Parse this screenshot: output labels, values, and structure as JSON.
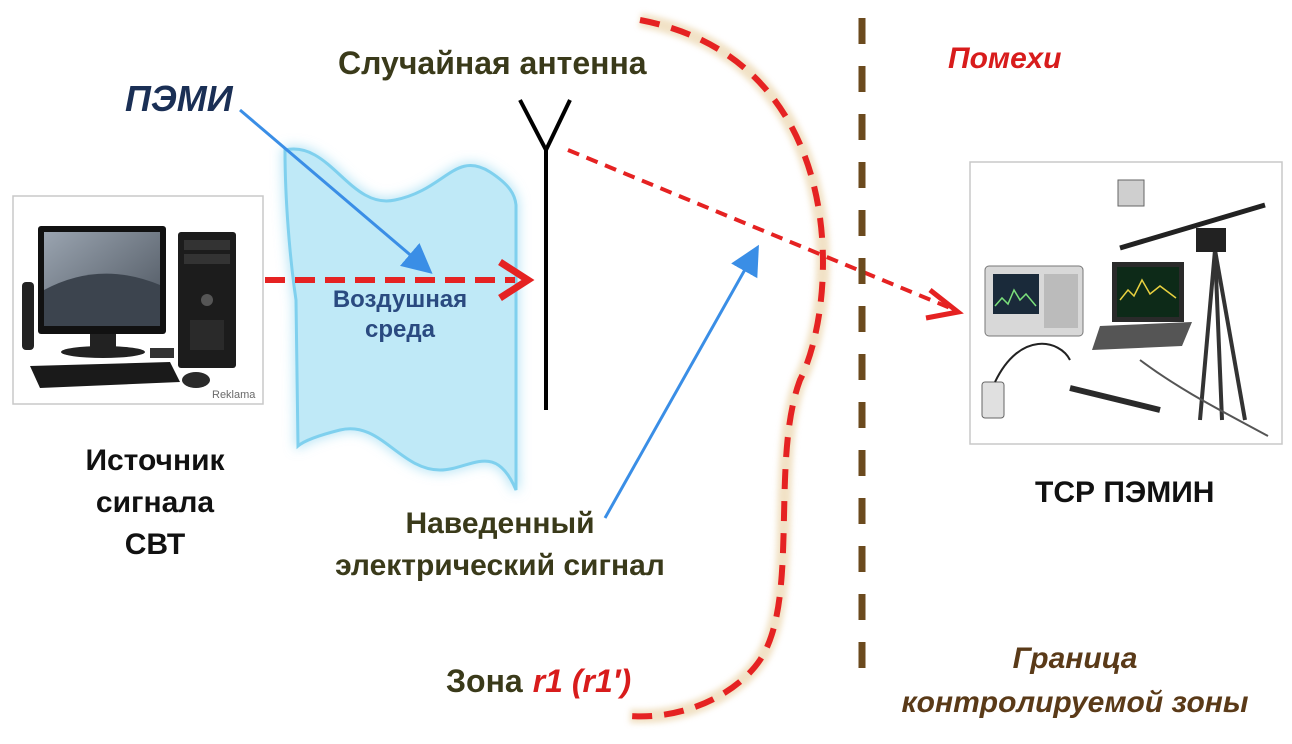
{
  "labels": {
    "pemi": "ПЭМИ",
    "random_antenna": "Случайная антенна",
    "interference": "Помехи",
    "air_medium_line1": "Воздушная",
    "air_medium_line2": "среда",
    "source_line1": "Источник",
    "source_line2": "сигнала",
    "source_line3": "СВТ",
    "induced_line1": "Наведенный",
    "induced_line2": "электрический сигнал",
    "tsr": "ТСР ПЭМИН",
    "zone_prefix": "Зона",
    "zone_value": "r1 (r1′)",
    "border_line1": "Граница",
    "border_line2": "контролируемой зоны",
    "watermark": "Reklama"
  },
  "colors": {
    "signal_red": "#e52222",
    "pointer_blue": "#3a8ee6",
    "medium_fill": "#bfe9f7",
    "border_brown": "#6b4a1e",
    "text_dark": "#111111"
  },
  "icons": [
    "computer-icon",
    "measurement-equipment-icon",
    "antenna-icon"
  ]
}
